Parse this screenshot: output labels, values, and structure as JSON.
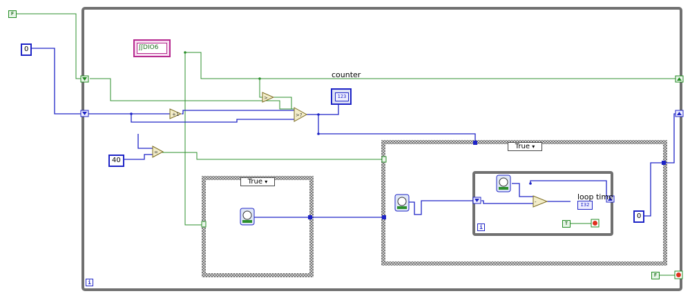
{
  "diagram": {
    "constants": {
      "bool_false_top": "F",
      "bool_false_bottom": "F",
      "bool_true_stop": "T",
      "num_zero_left": "0",
      "num_forty": "40",
      "num_zero_right": "0"
    },
    "daq_channel": {
      "label": "DIO6",
      "prefix": "ʃʃ"
    },
    "wire_labels": {
      "counter": "counter",
      "loop_time": "loop time"
    },
    "case_structures": {
      "left_case": {
        "selector_value": "True",
        "selector_arrow": "▾"
      },
      "right_case": {
        "selector_value": "True",
        "selector_arrow": "▾"
      }
    },
    "loop_iteration": "i",
    "indicators": {
      "numeric_display": "123",
      "loop_time_display": "I32"
    },
    "colors": {
      "integer_wire": "#1d23c6",
      "boolean_wire": "#1f8a1f",
      "structure_border": "#555555",
      "daq_accent": "#b5288e"
    }
  }
}
